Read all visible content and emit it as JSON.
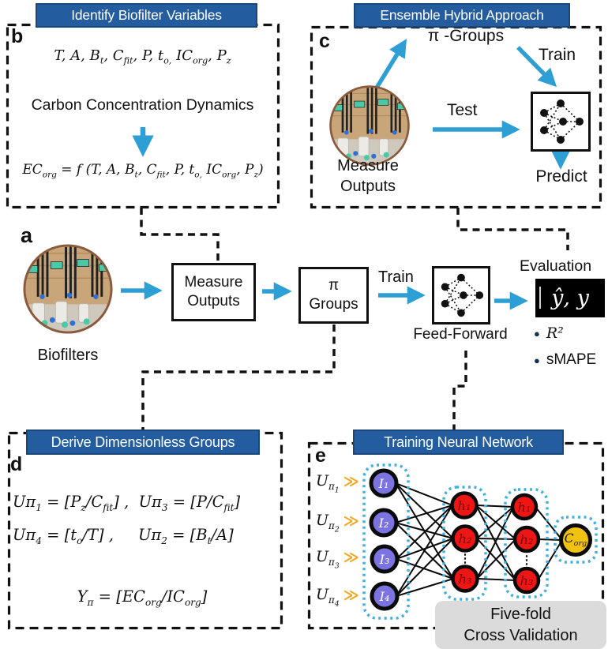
{
  "colors": {
    "header_bg": "#235d9f",
    "arrow_blue": "#2e9fd4",
    "node_input": "#7b74e0",
    "node_hidden": "#ee1515",
    "node_output": "#f2c211",
    "container_dash": "#3fb0e0",
    "chevron_orange": "#f5a623",
    "gray_box": "#dbdbdb"
  },
  "panel_a": {
    "label": "a",
    "photo_caption": "Biofilters",
    "measure_box": [
      "Measure",
      "Outputs"
    ],
    "pi_box": [
      "π",
      "Groups"
    ],
    "train_label": "Train",
    "feed_forward_label": "Feed-Forward",
    "evaluation_label": "Evaluation",
    "eval_box": "ŷ, y",
    "metric1": "R²",
    "metric2": "sMAPE",
    "bullet": "●"
  },
  "panel_b": {
    "label": "b",
    "header": "Identify Biofilter Variables",
    "variables": "T, A, B_{t}, C_{fit}, P, t_{o,} IC_{org}, P_{z}",
    "dynamics": "Carbon Concentration Dynamics",
    "equation": "EC_{org} = f (T, A, B_{t}, C_{fit}, P, t_{o,} IC_{org}, P_{z})"
  },
  "panel_c": {
    "label": "c",
    "header": "Ensemble Hybrid Approach",
    "pi_groups": "π -Groups",
    "train": "Train",
    "test": "Test",
    "predict": "Predict",
    "photo_caption": [
      "Measure",
      "Outputs"
    ]
  },
  "panel_d": {
    "label": "d",
    "header": "Derive Dimensionless Groups",
    "line1": "Uπ_{1} = [P_{z}/C_{fit}] ,  Uπ_{3} = [P/C_{fit}]",
    "line2": "Uπ_{4} = [t_{o}/T] ,     Uπ_{2} = [B_{t}/A]",
    "line3": "Y_{π} = [EC_{org}/IC_{org}]"
  },
  "panel_e": {
    "label": "e",
    "header": "Training Neural Network",
    "inputs": [
      "U_{π_{1}}",
      "U_{π_{2}}",
      "U_{π_{3}}",
      "U_{π_{4}}"
    ],
    "chevron": "≫",
    "input_nodes": [
      "I₁",
      "I₂",
      "I₃",
      "I₄"
    ],
    "hidden1": [
      "h₁",
      "h₂",
      "h₃"
    ],
    "hidden2": [
      "h₁",
      "h₂",
      "h₃"
    ],
    "dots": "⋮",
    "output_node": "C_{org}",
    "cross_validation": [
      "Five-fold",
      "Cross Validation"
    ]
  }
}
